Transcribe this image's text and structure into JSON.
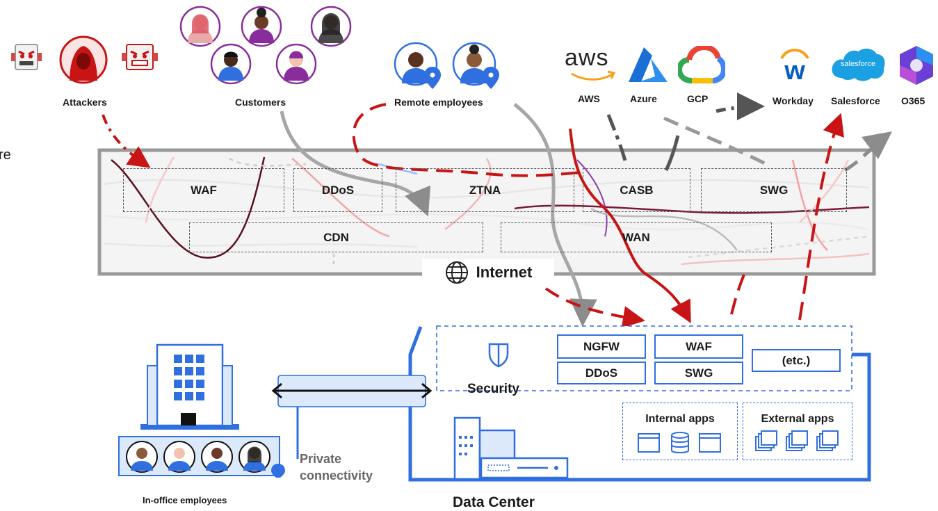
{
  "stray_left_char": "re",
  "groups": {
    "attackers": "Attackers",
    "customers": "Customers",
    "remote": "Remote employees",
    "aws": "AWS",
    "azure": "Azure",
    "gcp": "GCP",
    "workday": "Workday",
    "salesforce": "Salesforce",
    "o365": "O365",
    "inoffice": "In-office employees"
  },
  "logos": {
    "aws_wordmark": "aws",
    "workday_letter": "w",
    "salesforce_word": "salesforce"
  },
  "internet_services": [
    "WAF",
    "DDoS",
    "ZTNA",
    "CASB",
    "SWG",
    "CDN",
    "WAN"
  ],
  "internet_label": "Internet",
  "security": {
    "label": "Security",
    "tiles": [
      "NGFW",
      "WAF",
      "DDoS",
      "SWG",
      "(etc.)"
    ]
  },
  "apps": {
    "internal": "Internal apps",
    "external": "External apps"
  },
  "private": [
    "Private",
    "connectivity"
  ],
  "data_center": "Data Center",
  "icons": [
    "robot-icon",
    "hooded-attacker-icon",
    "person-avatar-icon",
    "location-pin-icon",
    "globe-icon",
    "shield-icon",
    "building-icon",
    "server-icon",
    "browser-window-icon",
    "database-icon"
  ],
  "colors": {
    "attack_red": "#c81414",
    "flow_gray": "#8c8c8c",
    "dc_blue": "#2f6fe0",
    "avatar_purple": "#8a2d9c",
    "avatar_blue": "#2f6fe0"
  }
}
